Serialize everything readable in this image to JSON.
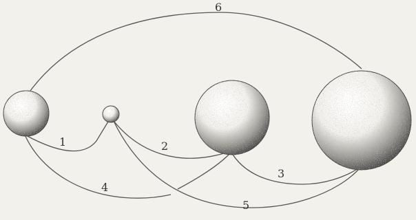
{
  "diagram": {
    "spheres": [
      {
        "id": "sphere-1",
        "size": "medium"
      },
      {
        "id": "sphere-2",
        "size": "small"
      },
      {
        "id": "sphere-3",
        "size": "large"
      },
      {
        "id": "sphere-4",
        "size": "largest"
      }
    ],
    "connections": [
      {
        "label": "1",
        "from": "sphere-1",
        "to": "sphere-2"
      },
      {
        "label": "2",
        "from": "sphere-2",
        "to": "sphere-3"
      },
      {
        "label": "3",
        "from": "sphere-3",
        "to": "sphere-4"
      },
      {
        "label": "4",
        "from": "sphere-1",
        "to": "sphere-3"
      },
      {
        "label": "5",
        "from": "sphere-2",
        "to": "sphere-4"
      },
      {
        "label": "6",
        "from": "sphere-1",
        "to": "sphere-4"
      }
    ],
    "colors": {
      "background": "#f3f1ec",
      "line": "#555555",
      "sphere_shadow": "#3a3a3a",
      "sphere_light": "#ffffff"
    }
  }
}
